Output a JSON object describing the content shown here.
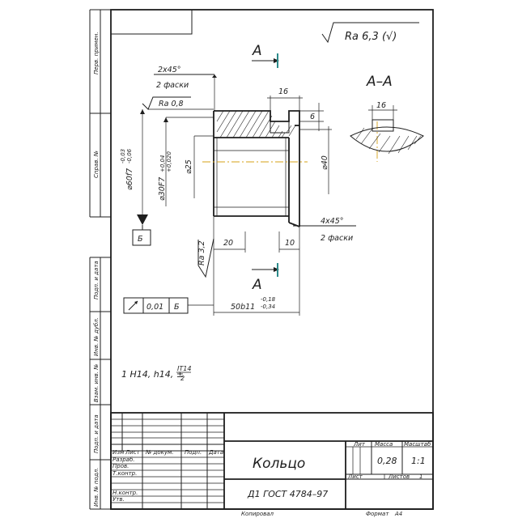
{
  "roughness_general": "Ra 6,3 (√)",
  "section_marker": "А",
  "section_title": "А–А",
  "chamfer_left_1": "2x45°",
  "chamfer_left_2": "2 фаски",
  "roughness_bore": "Ra 0,8",
  "roughness_face": "Ra 3,2",
  "dim_groove_width": "16",
  "dim_groove_depth": "6",
  "dim_outer_diameter": "⌀60f7",
  "dim_outer_tol_upper": "-0,03",
  "dim_outer_tol_lower": "-0,06",
  "dim_bore_diameter": "⌀30F7",
  "dim_bore_tol_upper": "+0,04",
  "dim_bore_tol_lower": "+0,020",
  "dim_inner_diameter": "⌀25",
  "dim_shoulder_diameter": "⌀40",
  "dim_len_20": "20",
  "dim_len_10": "10",
  "dim_total_length": "50b11",
  "dim_total_tol_upper": "-0,18",
  "dim_total_tol_lower": "-0,34",
  "chamfer_right_1": "4x45°",
  "chamfer_right_2": "2 фаски",
  "datum_label": "Б",
  "runout_value": "0,01",
  "runout_datum": "Б",
  "section_groove_width": "16",
  "general_note": "1 H14, h14, ±",
  "general_note_fraction_num": "IT14",
  "general_note_fraction_den": "2",
  "side_labels": [
    "Перв. примен.",
    "Справ. №",
    "Подп. и дата",
    "Инв. № дубл.",
    "Взам. инв. №",
    "Подп. и дата",
    "Инв. № подл."
  ],
  "title_block": {
    "part_name": "Кольцо",
    "material": "Д1 ГОСТ 4784–97",
    "header_lit": "Лит",
    "header_mass": "Масса",
    "header_scale": "Масштаб",
    "mass_value": "0,28",
    "scale_value": "1:1",
    "sheet_label": "Лист",
    "sheets_label": "Листов",
    "sheets_value": "1",
    "col_change": "Изм",
    "col_sheet": "Лист",
    "col_doc": "№ докум.",
    "col_sign": "Подп.",
    "col_date": "Дата",
    "row_developed": "Разраб.",
    "row_checked": "Пров.",
    "row_tcontrol": "Т.контр.",
    "row_ncontrol": "Н.контр.",
    "row_approved": "Утв.",
    "copied_label": "Копировал",
    "format_label": "Формат",
    "format_value": "A4"
  }
}
